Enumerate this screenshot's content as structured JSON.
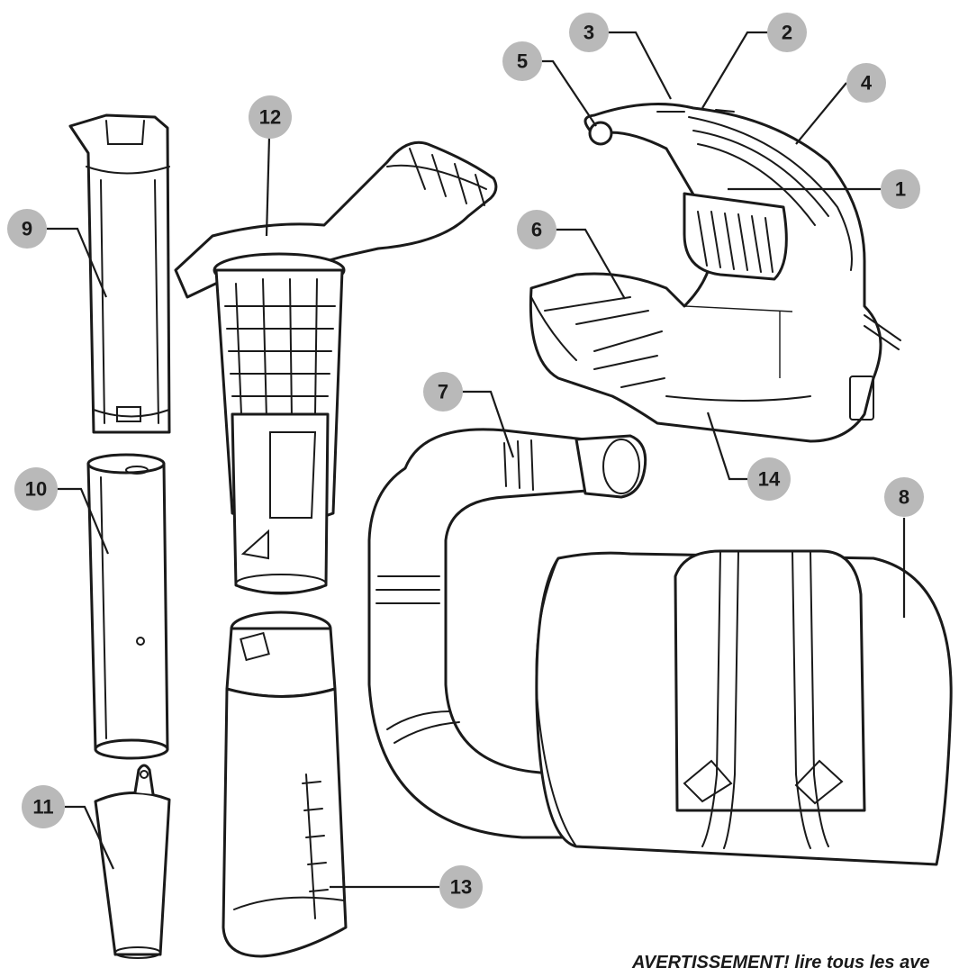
{
  "callouts": [
    {
      "id": "1",
      "label": "1"
    },
    {
      "id": "2",
      "label": "2"
    },
    {
      "id": "3",
      "label": "3"
    },
    {
      "id": "4",
      "label": "4"
    },
    {
      "id": "5",
      "label": "5"
    },
    {
      "id": "6",
      "label": "6"
    },
    {
      "id": "7",
      "label": "7"
    },
    {
      "id": "8",
      "label": "8"
    },
    {
      "id": "9",
      "label": "9"
    },
    {
      "id": "10",
      "label": "10"
    },
    {
      "id": "11",
      "label": "11"
    },
    {
      "id": "12",
      "label": "12"
    },
    {
      "id": "13",
      "label": "13"
    },
    {
      "id": "14",
      "label": "14"
    }
  ],
  "footer_text": "AVERTISSEMENT! lire tous les ave"
}
